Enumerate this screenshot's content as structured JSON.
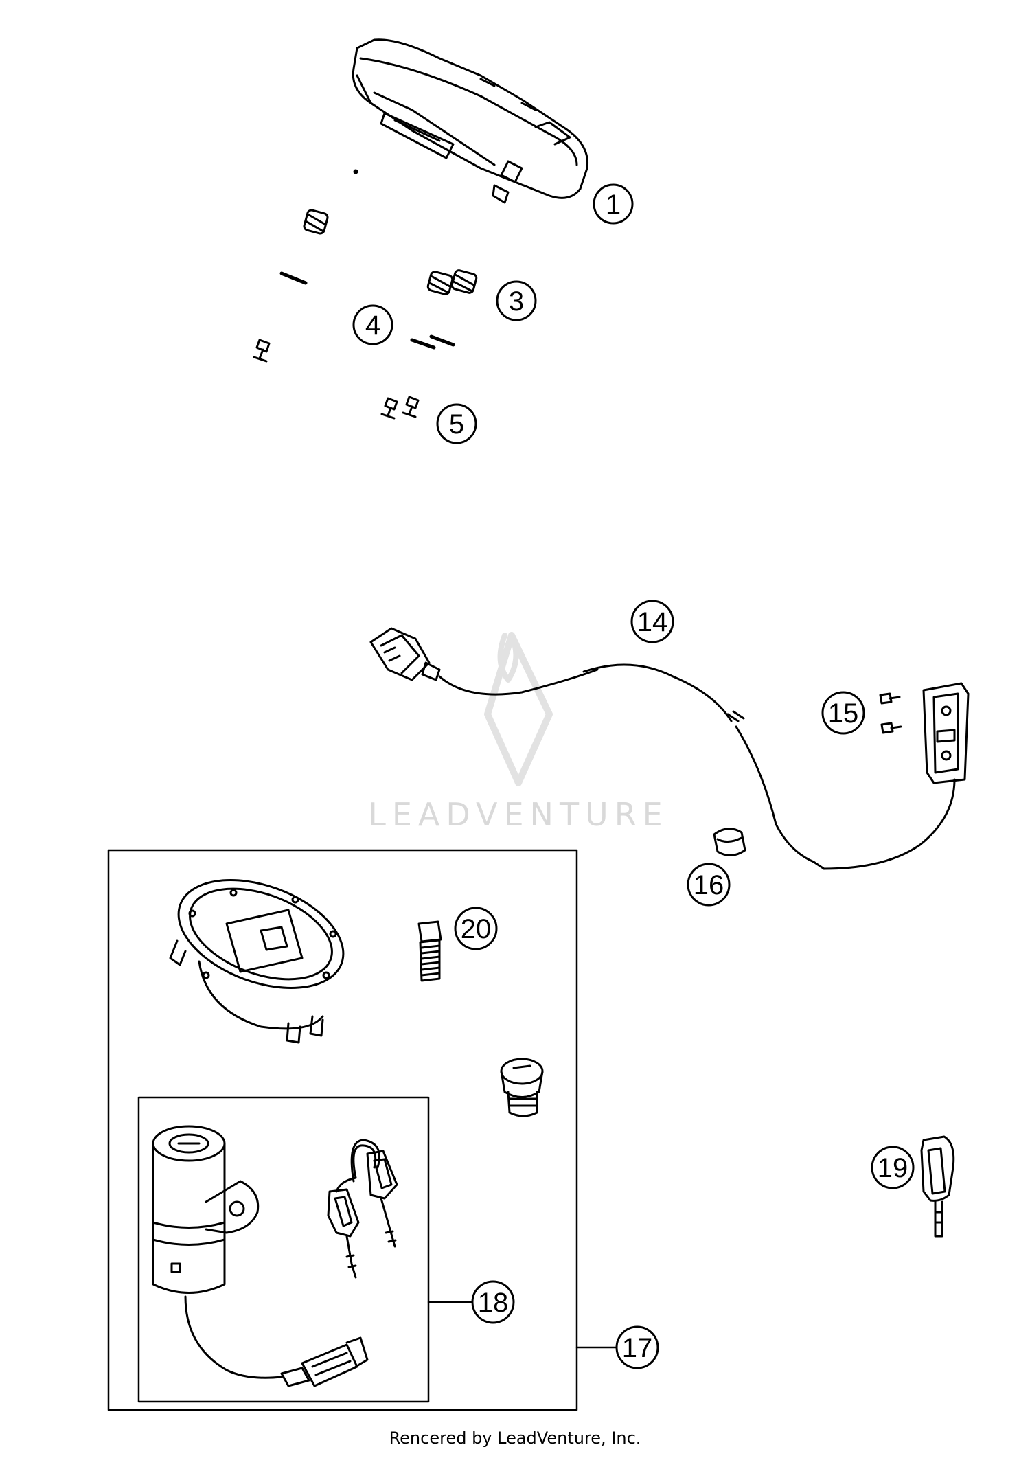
{
  "callouts": {
    "c1": "1",
    "c3": "3",
    "c4": "4",
    "c5": "5",
    "c14": "14",
    "c15": "15",
    "c16": "16",
    "c17": "17",
    "c18": "18",
    "c19": "19",
    "c20": "20"
  },
  "watermark": {
    "text": "LEADVENTURE"
  },
  "footer": {
    "text": "Rencered by LeadVenture, Inc."
  }
}
